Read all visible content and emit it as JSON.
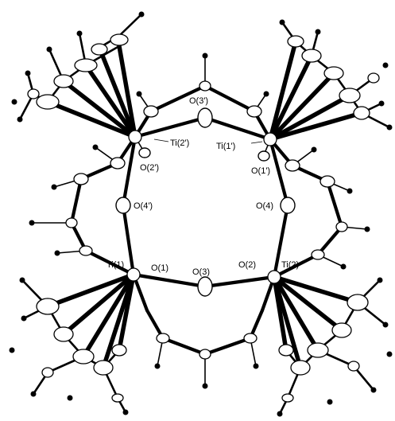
{
  "labels": {
    "o3p": "O(3')",
    "ti2p": "Ti(2')",
    "ti1p": "Ti(1')",
    "o2p": "O(2')",
    "o1p": "O(1')",
    "o4p": "O(4')",
    "o4": "O(4)",
    "ti1": "Ti(1)",
    "o1": "O(1)",
    "o3": "O(3)",
    "o2": "O(2)",
    "ti2": "Ti(2)"
  }
}
